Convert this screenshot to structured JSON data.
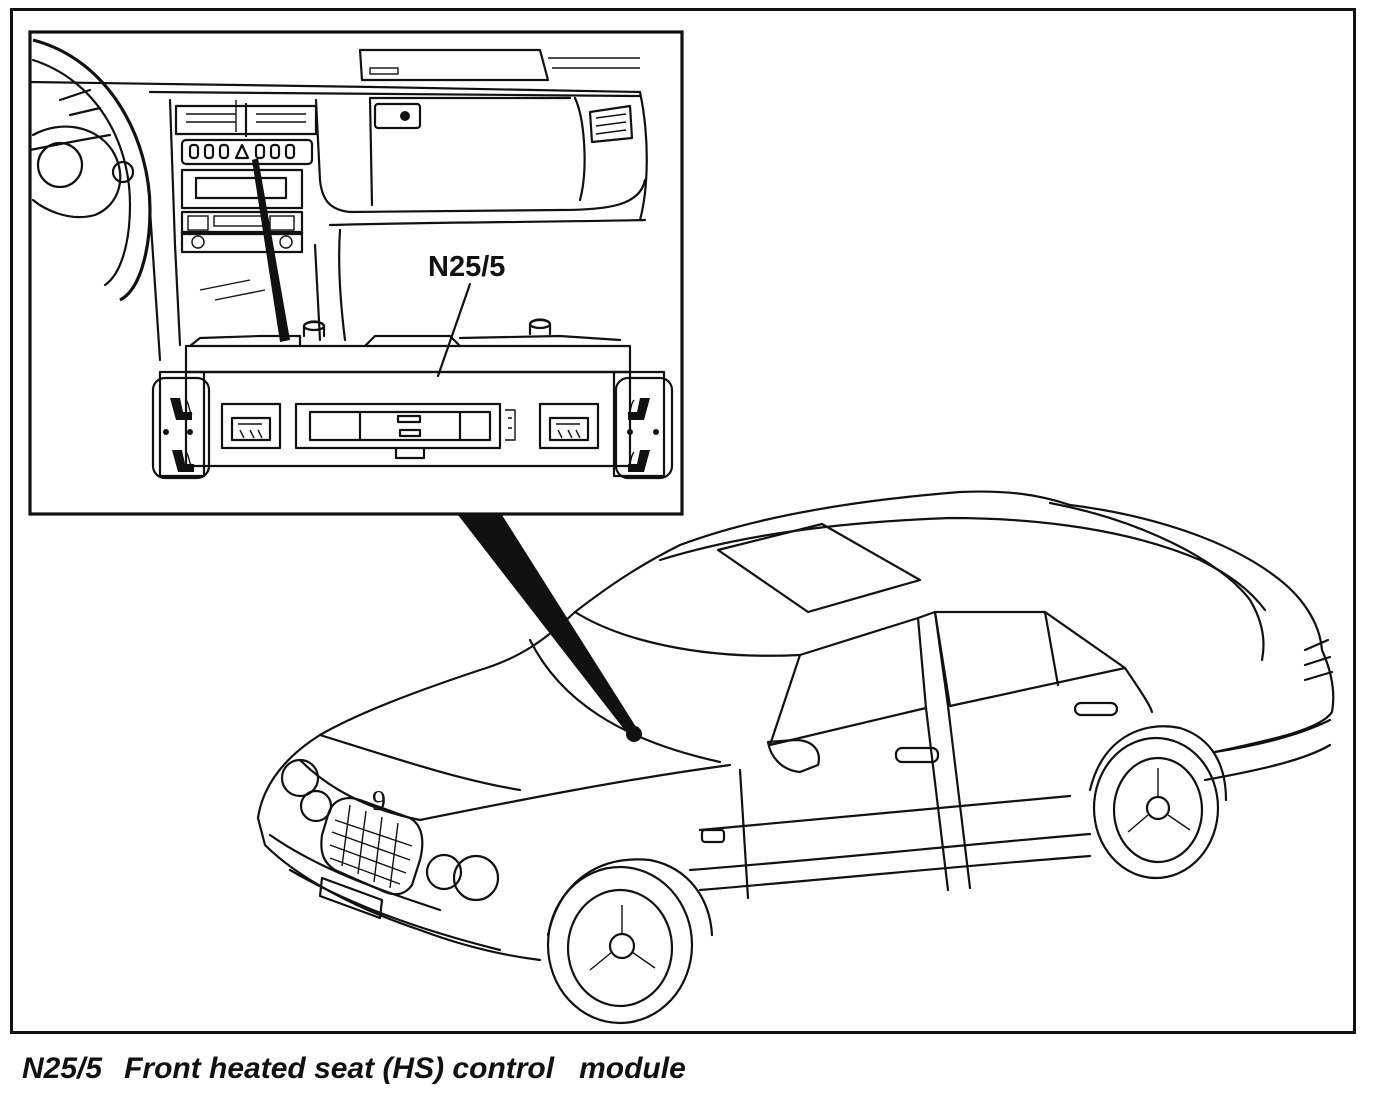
{
  "diagram": {
    "inset_callout": "N25/5",
    "hood_badge": "9"
  },
  "caption": {
    "code": "N25/5",
    "text": "Front heated seat (HS) control   module"
  },
  "colors": {
    "ink": "#111111",
    "paper": "#ffffff"
  }
}
